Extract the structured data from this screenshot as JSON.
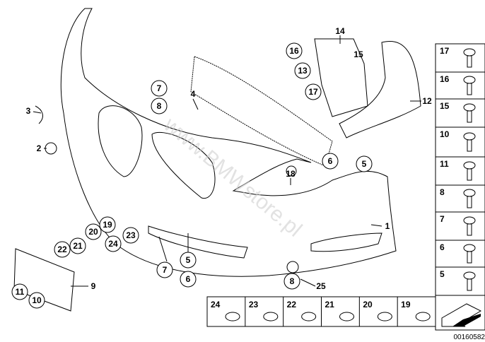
{
  "watermark": "www.BMWstore.pl",
  "drawing_code": "00160582",
  "callouts": [
    {
      "label": "7",
      "circled": true
    },
    {
      "label": "8",
      "circled": true
    },
    {
      "label": "16",
      "circled": true
    },
    {
      "label": "13",
      "circled": true
    },
    {
      "label": "17",
      "circled": true
    },
    {
      "label": "5",
      "circled": true
    },
    {
      "label": "6",
      "circled": true
    },
    {
      "label": "19",
      "circled": true
    },
    {
      "label": "20",
      "circled": true
    },
    {
      "label": "23",
      "circled": true
    },
    {
      "label": "24",
      "circled": true
    },
    {
      "label": "21",
      "circled": true
    },
    {
      "label": "22",
      "circled": true
    },
    {
      "label": "7",
      "circled": true
    },
    {
      "label": "5",
      "circled": true
    },
    {
      "label": "6",
      "circled": true
    },
    {
      "label": "8",
      "circled": true
    },
    {
      "label": "11",
      "circled": true
    },
    {
      "label": "10",
      "circled": true
    },
    {
      "label": "3",
      "circled": false
    },
    {
      "label": "2",
      "circled": false
    },
    {
      "label": "4",
      "circled": false
    },
    {
      "label": "14",
      "circled": false
    },
    {
      "label": "15",
      "circled": false
    },
    {
      "label": "12",
      "circled": false
    },
    {
      "label": "18",
      "circled": false
    },
    {
      "label": "1",
      "circled": false
    },
    {
      "label": "9",
      "circled": false
    },
    {
      "label": "25",
      "circled": false
    }
  ],
  "parts_column": [
    "17",
    "16",
    "15",
    "10",
    "11",
    "8",
    "7",
    "6",
    "5"
  ],
  "parts_row": [
    "24",
    "23",
    "22",
    "21",
    "20",
    "19"
  ]
}
